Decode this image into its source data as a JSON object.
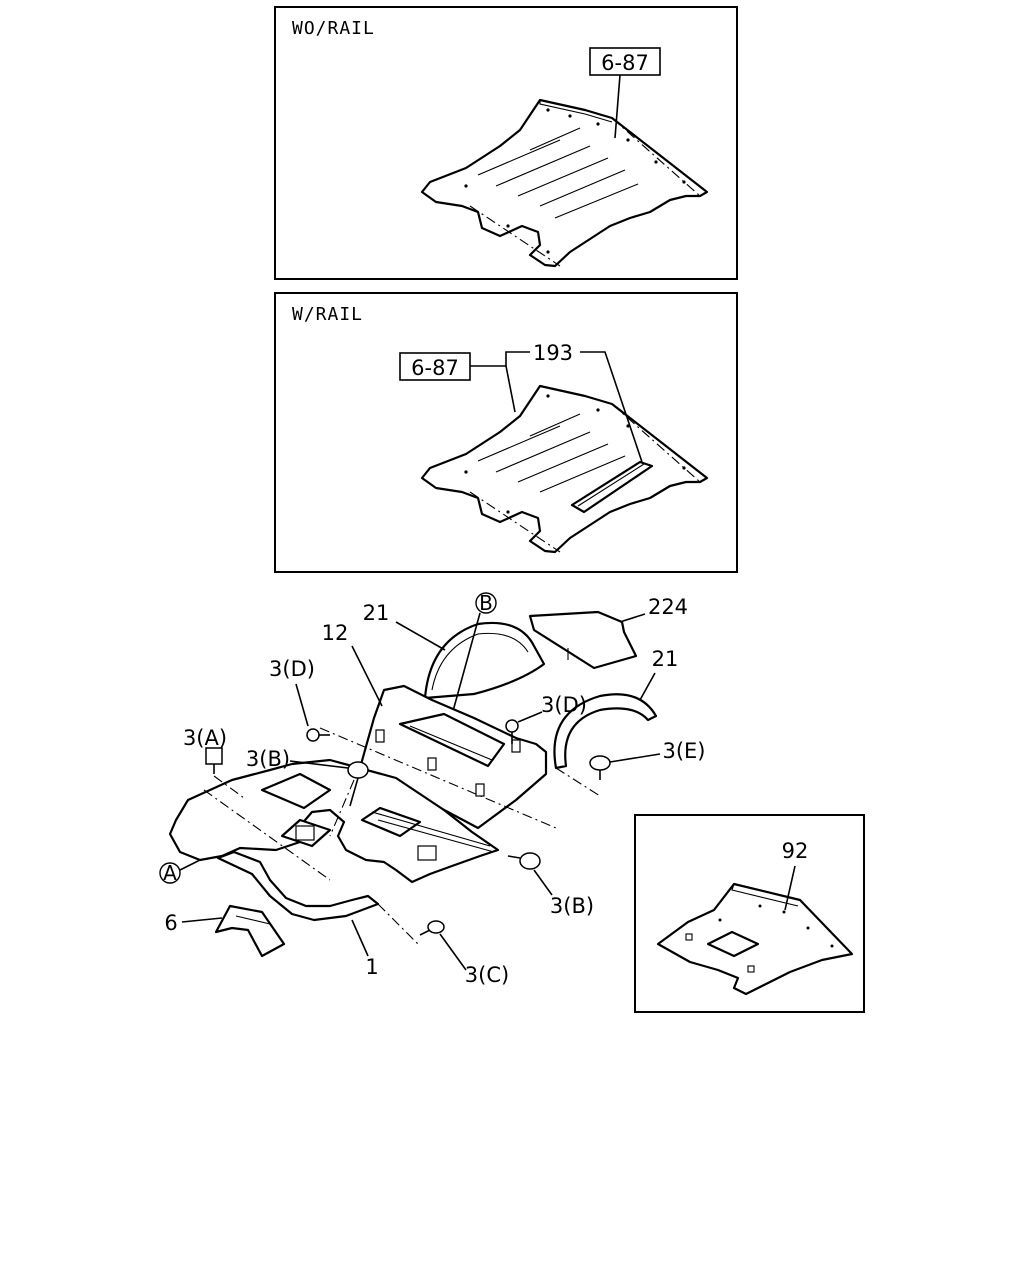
{
  "insets": {
    "wo_rail": {
      "title": "WO/RAIL",
      "ref_box": "6-87"
    },
    "w_rail": {
      "title": "W/RAIL",
      "ref_box": "6-87",
      "callout": "193"
    },
    "panel_92": {
      "callout": "92"
    }
  },
  "main": {
    "callouts": {
      "c21_a": "21",
      "cB_circle": "B",
      "c224": "224",
      "c12": "12",
      "c21_b": "21",
      "c3D_a": "3(D)",
      "c3D_b": "3(D)",
      "c3A": "3(A)",
      "c3B_a": "3(B)",
      "c3E": "3(E)",
      "cA_circle": "A",
      "c3B_b": "3(B)",
      "c6": "6",
      "c1": "1",
      "c3C": "3(C)"
    }
  }
}
